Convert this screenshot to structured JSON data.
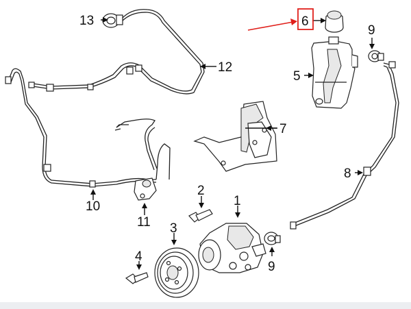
{
  "callouts": {
    "c1": "1",
    "c2": "2",
    "c3": "3",
    "c4": "4",
    "c5": "5",
    "c6": "6",
    "c7": "7",
    "c8": "8",
    "c9a": "9",
    "c9b": "9",
    "c10": "10",
    "c11": "11",
    "c12": "12",
    "c13": "13"
  },
  "colors": {
    "highlight": "#e0201b",
    "line": "#222222",
    "background": "#ffffff"
  },
  "highlighted_callout": "6"
}
